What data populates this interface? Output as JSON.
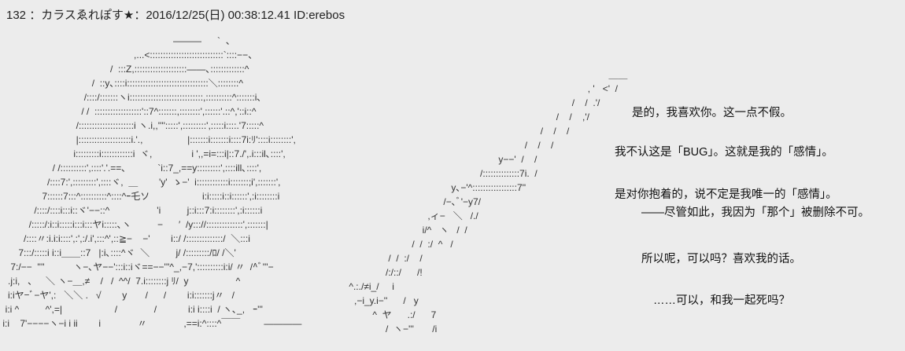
{
  "post": {
    "number": "132",
    "separator": "：",
    "name": "カラスゑれぽす★",
    "date": "2016/12/25(日) 00:38:12.41",
    "id": "ID:erebos"
  },
  "ascii_art_left": [
    "                                                                  ———      `  、",
    "                                                   ,...<::::::::::::::::::::::::::::`::::−−、",
    "                                          /  :::Z,::::::::::::::::::::——､:::::::::::::^",
    "                                   /  ::y､::::i:::::::::::::::::::::::::::::::＼::::::::^",
    "                                /::::/:::::::ヽi::::::::::::::::::::::::::::,::::::::::^:::::::i､",
    "                               / /  ::::::::::::::::::'::7^:::::::,::::::::',::::::'.::^,'::i::^",
    "                             /:::::::::::::::::::::i ヽ.i,,'''':::::',:::::::::',:::::i::::.'7:::::^",
    "                             |::::::::::::::::::::i.'.,                 |:::::::i:::::::i::::7i:ﾘ'::::i::::::::',",
    "                            i:::::::::i::::::::::::i  ヾ,               i ',,=i=:::i|::7./',.i:::il､::::',",
    "                    / /::::::::::',::::'.'.==､            `i::7_,==y:::::::::',::::ill､::::',",
    "                  /::::7:',:::::::::',::::ヾ,  ＿        'y'  ゝ−'  i::::::::::::i:::::::;i',:::::::',",
    "                7::::::7:::^::::::::::^::::^ｰ乇ソ                    i:i:::::i::i::::::',:i::::::::i",
    "             /::::/::::i:::i::ヾ'−−::^                  'i          j::i:::7:i::::::::',:i::::::i",
    "           /:::::/:i::i:::::i:::i:::ヤi:::::､ヽ          −      ′  /y::://::::::::::::::',:::::::|",
    "         /::::〃:i.i:i::::',:',:/.i',:::^',::≧−    −'        i::/ /::::::::::::::/  ＼:::i",
    "       7:::/:::::i i::i＿＿::7   |:i､::::^ヾ  ＼          j/ /:::::::::/ﾛ/ /＼'",
    "    7:/−−  ''''           ヽ−､ヤ−−':::i::iヾ==−−'''^_,−7,'::::::::::i:i/ 〃  /^ﾞ'''−",
    "   .j:i,   ､     ＼ ヽ−＿,≠    /   /  ^^/  7.i::::::::j ﾘ/  y                  ^",
    "   i:iヤ−ﾞ−ヤ',:   ＼＼ .   √        y       /      /        i:i:::::::j〃   /",
    "  i:i ^          ^',=|                    /              /            i:i i::::i  / ヽ､_,   ｰ'''",
    " i:i    7'−−−−ヽ−i i ii        i              〃              ,==i:^::::^￣￣         ————"
  ],
  "ascii_art_sword": [
    "                                                                                                    ＿＿",
    "                                                                                            , '   <'  /",
    "                                                                                      /    /  .'/",
    "                                                                                /    /    ,'/",
    "                                                                          /    /    /",
    "                                                                    /    /    /",
    "                                                          y−−'  /    /",
    "                                                   /::::::::::::::7i.  /",
    "                                        y､−'^:::::::::::::::::7''",
    "                                     /−､ﾞ'−y7/",
    "                               ,ィ−   ＼   /./",
    "                             i/^   ヽ   /  /",
    "                         /  /  :/  ^   /",
    "                /  /  :/    /",
    "               /:/::/      /!",
    " ^.:./≠i_/     i",
    "   ,−i_y.i−''      /   y",
    "          ^  ヤ      .:/      7",
    "               /  ヽ−'''       /i"
  ],
  "messages": [
    "是的，我喜欢你。这一点不假。",
    "我不认这是「BUG」。这就是我的「感情」。",
    "是对你抱着的，说不定是我唯一的「感情」。",
    "——尽管如此，我因为「那个」被删除不可。",
    "所以呢，可以吗？喜欢我的话。",
    "……可以，和我一起死吗？"
  ]
}
